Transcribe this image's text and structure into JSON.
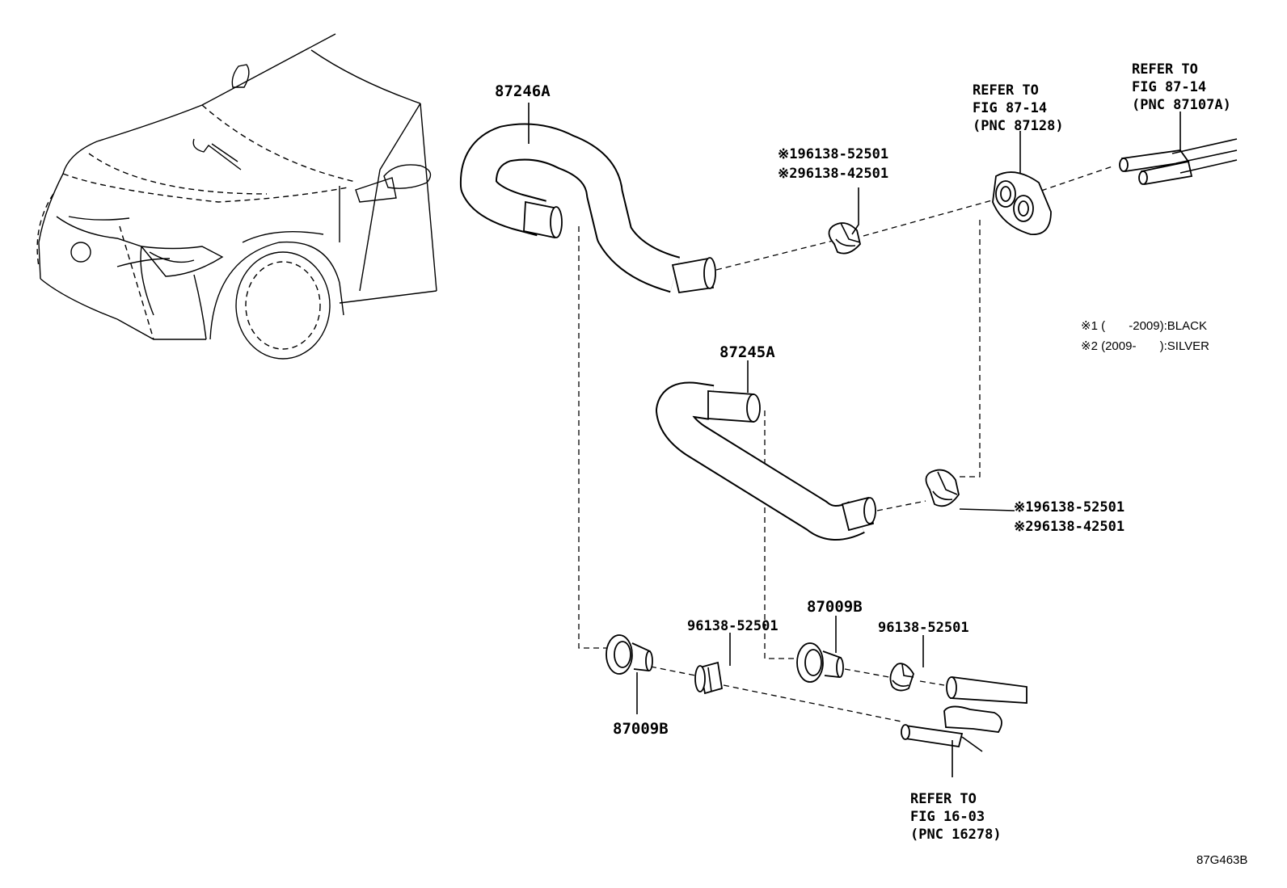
{
  "labels": {
    "hose_87246A": "87246A",
    "hose_87245A": "87245A",
    "clamp_upper_line1": "※196138-52501",
    "clamp_upper_line2": "※296138-42501",
    "clamp_mid_line1": "※196138-52501",
    "clamp_mid_line2": "※296138-42501",
    "refer_grommet": [
      "REFER TO",
      "FIG 87-14",
      "(PNC 87128)"
    ],
    "refer_pipes": [
      "REFER TO",
      "FIG 87-14",
      "(PNC 87107A)"
    ],
    "refer_engine": [
      "REFER TO",
      "FIG 16-03",
      "(PNC 16278)"
    ],
    "joint_left": "87009B",
    "joint_right": "87009B",
    "clamp_bottom_left": "96138-52501",
    "clamp_bottom_right": "96138-52501",
    "note_1": "※1 (       -2009):BLACK",
    "note_2": "※2 (2009-       ):SILVER",
    "figure_code": "87G463B"
  },
  "colors": {
    "line": "#000000",
    "background": "#ffffff"
  }
}
